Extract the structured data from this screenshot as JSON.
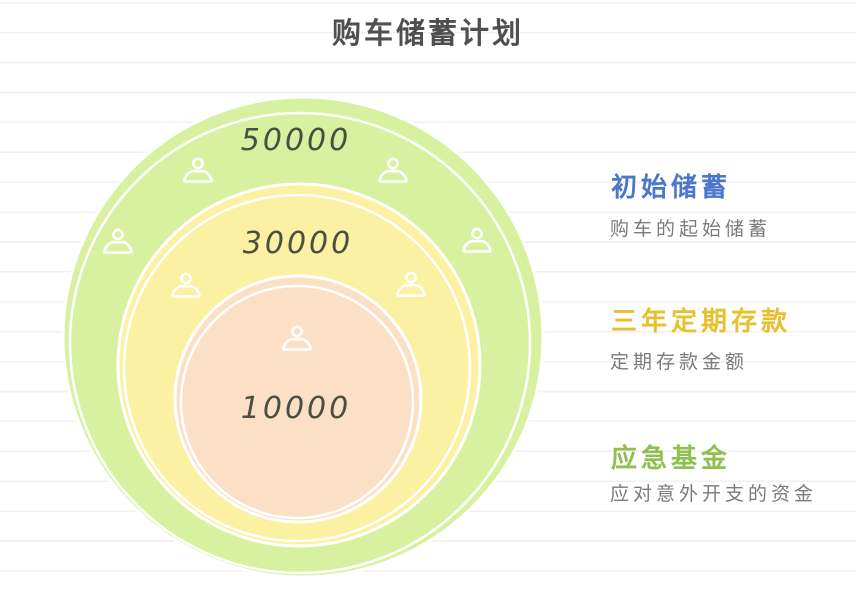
{
  "title": "购车储蓄计划",
  "chart_data": {
    "type": "area",
    "variant": "nested-circles",
    "title": "购车储蓄计划",
    "legend_position": "right",
    "background": "white with faint horizontal ruled lines",
    "rings": [
      {
        "label": "初始储蓄",
        "description": "购车的起始储蓄",
        "value": 50000,
        "value_label": "50000",
        "fill": "#d8f1a1",
        "legend_title_color": "#4a77c9",
        "person_icons": 4
      },
      {
        "label": "三年定期存款",
        "description": "定期存款金额",
        "value": 30000,
        "value_label": "30000",
        "fill": "#fcf0a3",
        "legend_title_color": "#e6c02f",
        "person_icons": 2
      },
      {
        "label": "应急基金",
        "description": "应对意外开支的资金",
        "value": 10000,
        "value_label": "10000",
        "fill": "#fce0c5",
        "legend_title_color": "#8fbf4f",
        "person_icons": 1
      }
    ]
  },
  "colors": {
    "title_text": "#4f4f4f",
    "value_text": "#4a4f41",
    "description_text": "#7b7b7b",
    "circle_outline": "#ffffff",
    "ruled_line": "#f5eff0"
  }
}
